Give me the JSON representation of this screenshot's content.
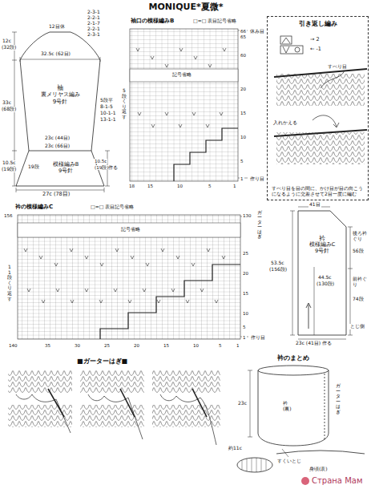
{
  "diagram": {
    "title": "MONIQUE*夏微*",
    "nodes": [
      {
        "text": [
          "袖",
          "裏メリヤス編み",
          "9号針"
        ]
      },
      {
        "text": [
          "模様編みB",
          "9号針"
        ]
      },
      {
        "text": [
          "引き返し編み",
          "すべり目を目の間に、かけ目が目の向こうになるように交差させて2目一度に編む"
        ]
      },
      {
        "text": [
          "衿",
          "模様編みC",
          "9号針"
        ]
      }
    ],
    "labels": [
      "12目休",
      "2-3-1",
      "2-2-1",
      "2-1-7",
      "2-2-1",
      "2-3-1",
      "12c",
      "(32段)",
      "32.5c (62目)",
      "33c",
      "(68段)",
      "5段平",
      "8-1-5",
      "10-1-1",
      "13-1-1",
      "23c (44目)",
      "23c (66目)",
      "10.5c",
      "(19段)",
      "19段",
      "10.5c",
      "(19段)作る",
      "27c (78目)",
      "袖口の模様編みB",
      "□=□ 表目記号省略",
      "記号省略",
      "66",
      "65",
      "60",
      "20",
      "15",
      "10",
      "5",
      "1",
      "休み目",
      "作り目",
      "5段くり返す",
      "18",
      "15",
      "10",
      "5",
      "1",
      "→ 2",
      "← -1",
      "すべり目",
      "入れかえる",
      "衿の模様編みC",
      "□=□ 表目記号省略",
      "156",
      "130",
      "ガーターはぎ",
      "記号省略",
      "25",
      "20",
      "15",
      "10",
      "5",
      "1",
      "作り目",
      "11段くり返す",
      "140",
      "35",
      "30",
      "25",
      "20",
      "15",
      "10",
      "5",
      "1",
      "41目",
      "53.5c",
      "(156段)",
      "44.5c",
      "(130段)",
      "後ろ衿ぐり",
      "56段",
      "前衿ぐり",
      "74段",
      "とじ側",
      "23c (41目) 作る",
      "■ガーターはぎ■",
      "衿のまとめ",
      "23c",
      "衿 (裏)",
      "ガーターはぎ",
      "約11c",
      "すくいとじ",
      "身頃(表)",
      "Страна Мам"
    ]
  }
}
